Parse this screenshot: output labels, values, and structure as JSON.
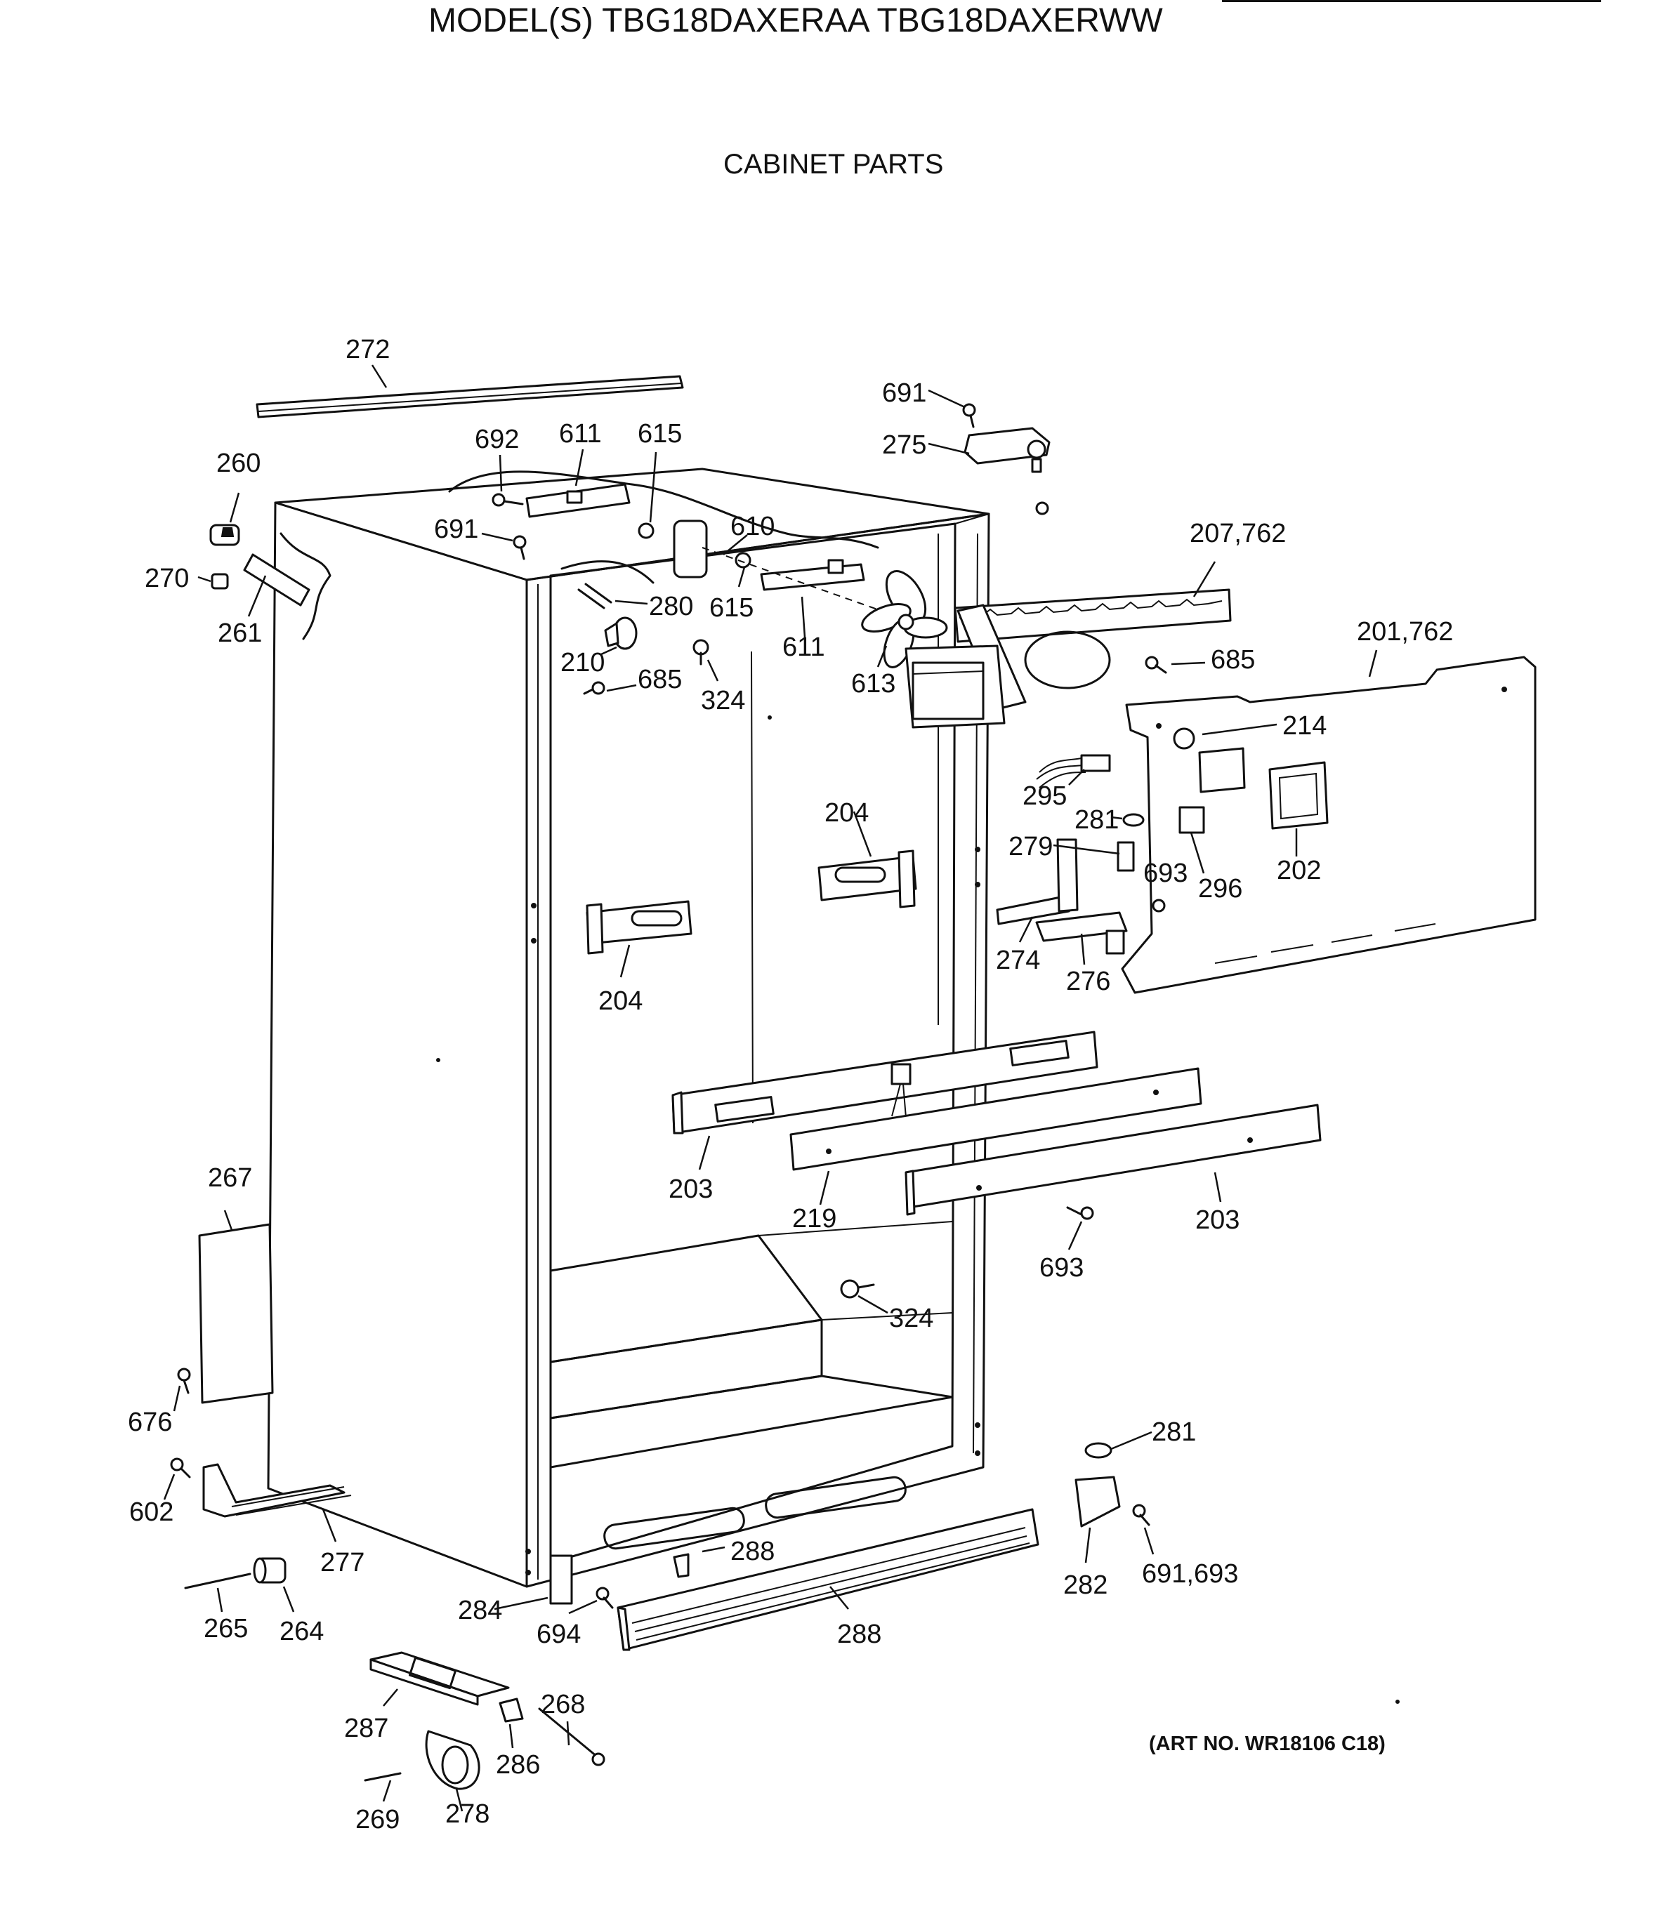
{
  "header": {
    "model_title": "MODEL(S) TBG18DAXERAA  TBG18DAXERWW",
    "section_title": "CABINET PARTS"
  },
  "footer": {
    "art_no": "(ART NO. WR18106 C18)"
  },
  "callouts": {
    "c272": "272",
    "c691a": "691",
    "c275": "275",
    "c692": "692",
    "c611a": "611",
    "c615a": "615",
    "c260": "260",
    "c691b": "691",
    "c610": "610",
    "c270": "270",
    "c280": "280",
    "c615b": "615",
    "c207_762": "207,762",
    "c261": "261",
    "c611b": "611",
    "c201_762": "201,762",
    "c210": "210",
    "c685a": "685",
    "c685b": "685",
    "c613": "613",
    "c324a": "324",
    "c214": "214",
    "c295": "295",
    "c281a": "281",
    "c204a": "204",
    "c279": "279",
    "c693a": "693",
    "c296": "296",
    "c202": "202",
    "c274": "274",
    "c276": "276",
    "c204b": "204",
    "c203a": "203",
    "c219": "219",
    "c203b": "203",
    "c267": "267",
    "c693b": "693",
    "c324b": "324",
    "c676": "676",
    "c281b": "281",
    "c602": "602",
    "c277": "277",
    "c288a": "288",
    "c282": "282",
    "c691_693": "691,693",
    "c284": "284",
    "c265": "265",
    "c264": "264",
    "c694": "694",
    "c288b": "288",
    "c268": "268",
    "c287": "287",
    "c286": "286",
    "c269": "269",
    "c278": "278"
  }
}
